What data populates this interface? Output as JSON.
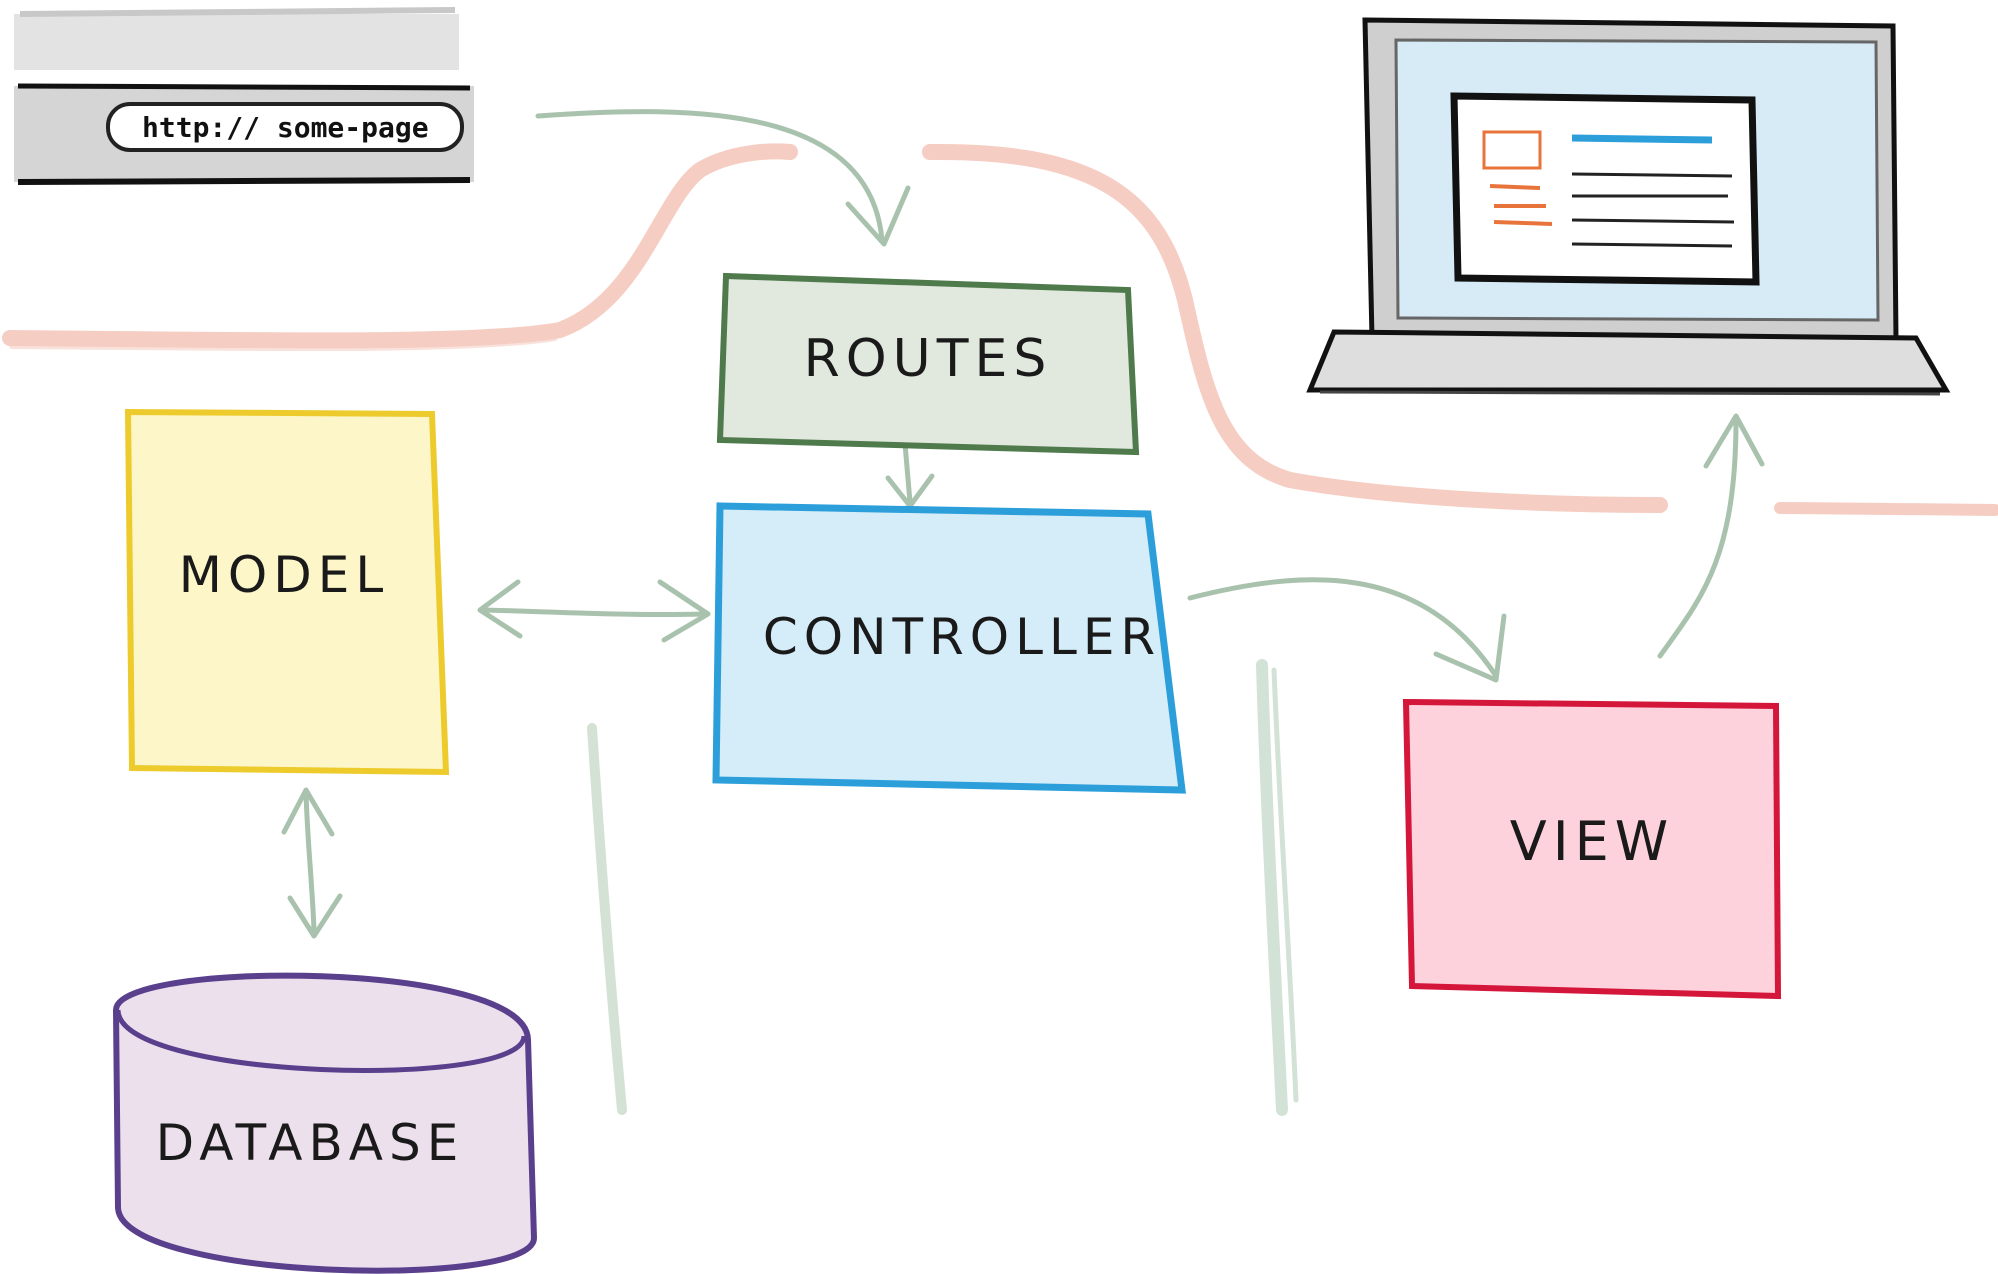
{
  "browser": {
    "url": "http:// some-page"
  },
  "nodes": {
    "routes": {
      "label": "ROUTES",
      "fill": "#e1e8de",
      "stroke": "#4e7a4c"
    },
    "controller": {
      "label": "CONTROLLER",
      "fill": "#d5ecf9",
      "stroke": "#2c9fdb"
    },
    "model": {
      "label": "MODEL",
      "fill": "#fdf6c9",
      "stroke": "#edcb2c"
    },
    "database": {
      "label": "DATABASE",
      "fill": "#ece0ec",
      "stroke": "#5a3f8d"
    },
    "view": {
      "label": "VIEW",
      "fill": "#fdd2dd",
      "stroke": "#d4163a"
    }
  },
  "colors": {
    "arrow": "#a9c2ad",
    "request_path": "#f4c5b8",
    "screen": "#d7ebf7",
    "laptop_body": "#dedede",
    "accent_orange": "#e8743b",
    "accent_blue": "#2c9fdb"
  }
}
